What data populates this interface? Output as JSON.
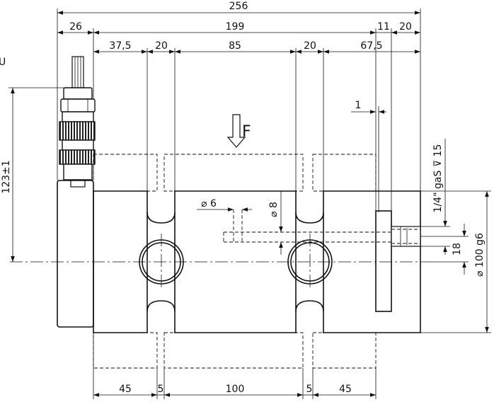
{
  "drawing": {
    "force_label": "F",
    "top_dimensions": {
      "overall_length": "256",
      "cable_gland": "26",
      "body_length": "199",
      "gauge_slot": "11",
      "end_offset": "20",
      "left_section": "37,5",
      "left_groove": "20",
      "center_section": "85",
      "right_groove": "20",
      "right_section": "67,5"
    },
    "bottom_dimensions": {
      "left_pad": "45",
      "left_gap": "5",
      "center_pad": "100",
      "right_gap": "5",
      "right_pad": "45"
    },
    "detail_dimensions": {
      "gap_width": "1",
      "hole_diameter_6": "⌀ 6",
      "hole_diameter_8": "⌀ 8",
      "thread_spec": "1/4\" gaS ⊽ 15",
      "thread_offset": "18",
      "body_diameter": "⌀ 100 g6",
      "height_to_center": "123±1"
    },
    "partial_left_label": "U"
  }
}
